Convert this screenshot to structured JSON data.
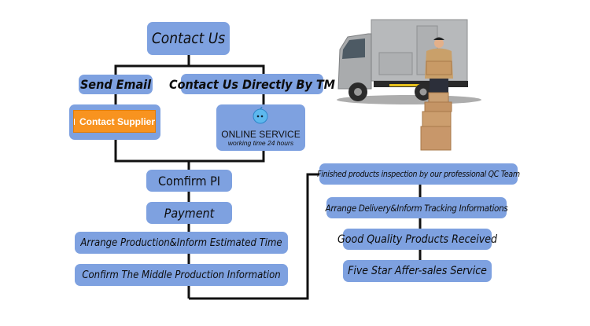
{
  "title": "Contact Us",
  "contact_options": {
    "email": {
      "label": "Send Email",
      "button_label": "Contact Supplier",
      "button_icon": "envelope-icon"
    },
    "direct": {
      "label": "Contact Us Directly By TM",
      "service_title": "ONLINE SERVICE",
      "service_subtitle": "working time 24 hours",
      "service_icon": "chat-bubble-icon"
    }
  },
  "left_steps": [
    "Comfirm  PI",
    "Payment",
    "Arrange Production&Inform Estimated Time",
    "Confirm The Middle Production Information"
  ],
  "right_steps": [
    "Finished products inspection by  our professional QC  Team",
    "Arrange Delivery&Inform Tracking Informations",
    "Good Quality Products Received",
    "Five Star Affer-sales Service"
  ],
  "illustration": "delivery-truck-with-courier-and-boxes",
  "colors": {
    "box": "#7ea1e0",
    "button": "#f8931f",
    "line": "#111111"
  }
}
